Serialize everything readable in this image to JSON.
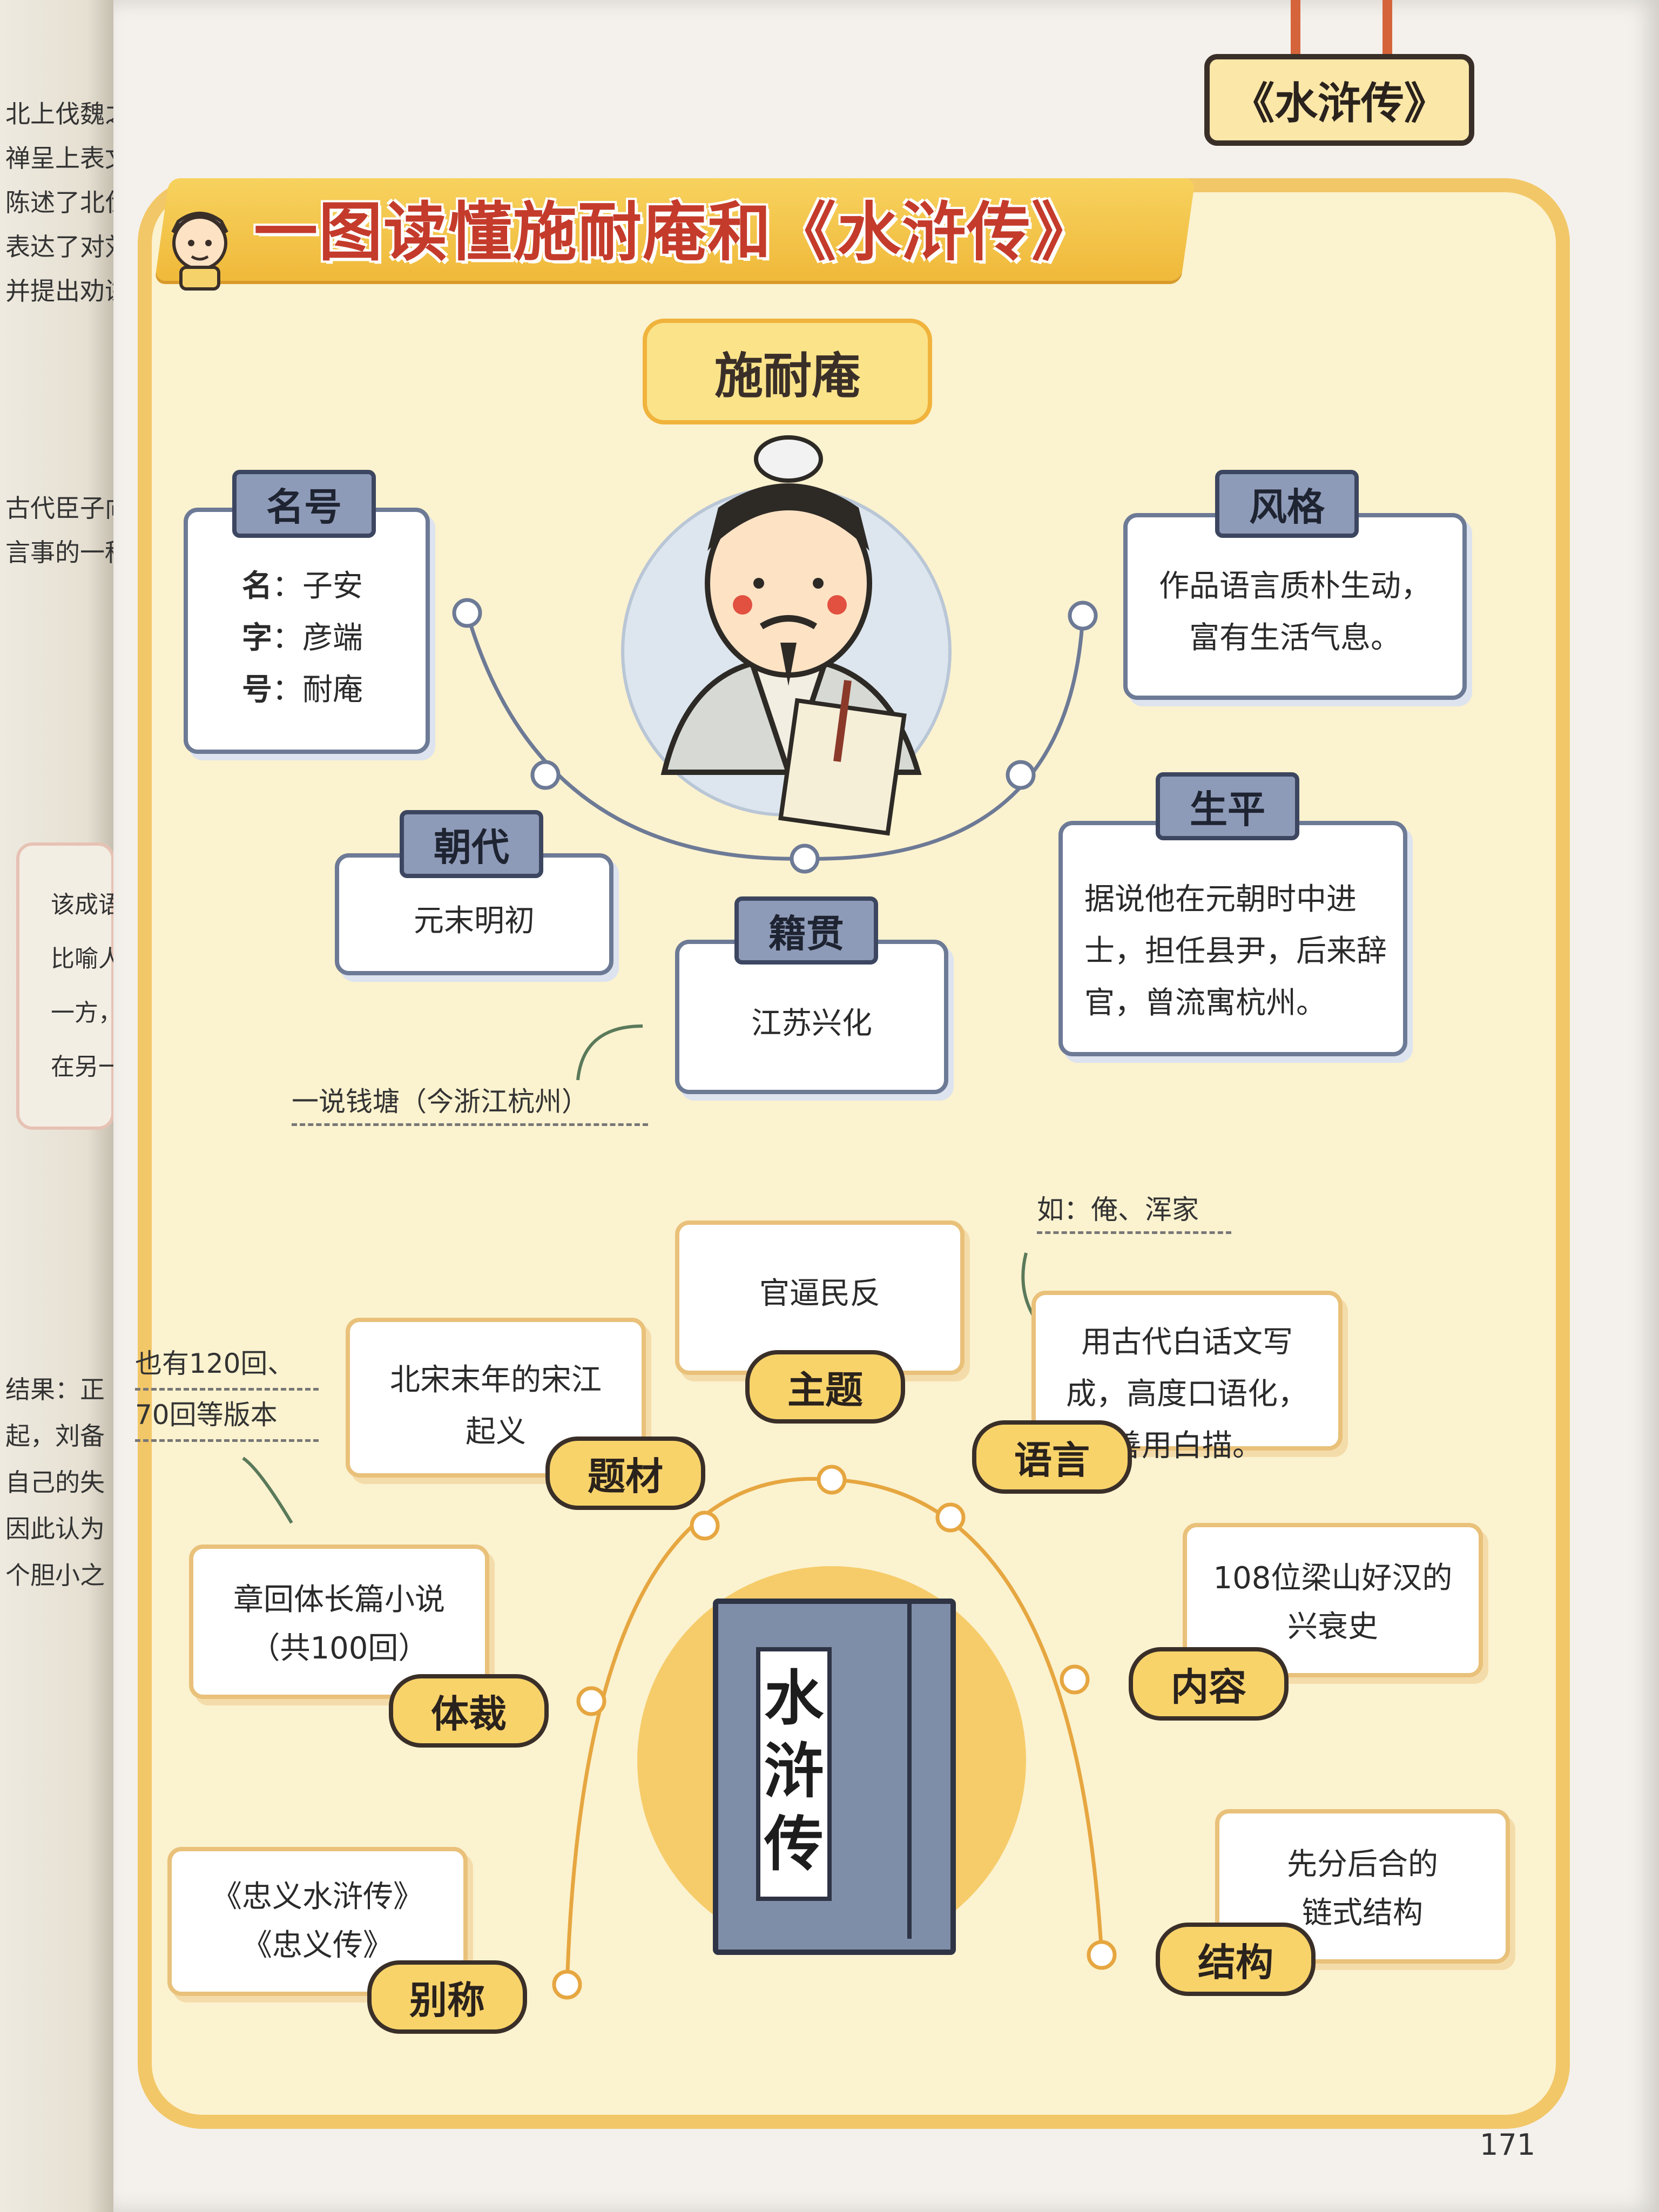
{
  "left_page": {
    "lines": [
      "北上伐魏之前，",
      "禅呈上表文",
      "陈述了北伐的",
      "表达了对刘禅",
      "并提出劝诫。",
      "",
      "古代臣子向帝",
      "言事的一种文"
    ],
    "note_lines": [
      "该成语",
      "比喻人",
      "一方，",
      "在另一"
    ],
    "result_lines": [
      "结果：正",
      "起，刘备",
      "自己的失",
      "因此认为",
      "个胆小之"
    ]
  },
  "top_tab": "《水浒传》",
  "main_title": "一图读懂施耐庵和《水浒传》",
  "author": {
    "name": "施耐庵",
    "names_card": {
      "heading": "名号",
      "rows": [
        {
          "k": "名",
          "v": "子安"
        },
        {
          "k": "字",
          "v": "彦端"
        },
        {
          "k": "号",
          "v": "耐庵"
        }
      ]
    },
    "style_card": {
      "heading": "风格",
      "text": "作品语言质朴生动，富有生活气息。"
    },
    "dynasty_card": {
      "heading": "朝代",
      "text": "元末明初"
    },
    "hometown_card": {
      "heading": "籍贯",
      "text": "江苏兴化"
    },
    "hometown_note": "一说钱塘（今浙江杭州）",
    "life_card": {
      "heading": "生平",
      "text": "据说他在元朝时中进士，担任县尹，后来辞官，曾流寓杭州。"
    }
  },
  "book": {
    "title": "水浒传",
    "theme": {
      "label": "主题",
      "text": "官逼民反"
    },
    "material": {
      "label": "题材",
      "text": "北宋末年的宋江起义"
    },
    "material_note": [
      "也有120回、",
      "70回等版本"
    ],
    "language": {
      "label": "语言",
      "text": "用古代白话文写成，高度口语化，善用白描。"
    },
    "language_note": "如：俺、浑家",
    "genre": {
      "label": "体裁",
      "text_lines": [
        "章回体长篇小说",
        "（共100回）"
      ]
    },
    "content": {
      "label": "内容",
      "text_lines": [
        "108位梁山好汉的",
        "兴衰史"
      ]
    },
    "alias": {
      "label": "别称",
      "text_lines": [
        "《忠义水浒传》",
        "《忠义传》"
      ]
    },
    "structure": {
      "label": "结构",
      "text_lines": [
        "先分后合的",
        "链式结构"
      ]
    }
  },
  "page_number": "171"
}
